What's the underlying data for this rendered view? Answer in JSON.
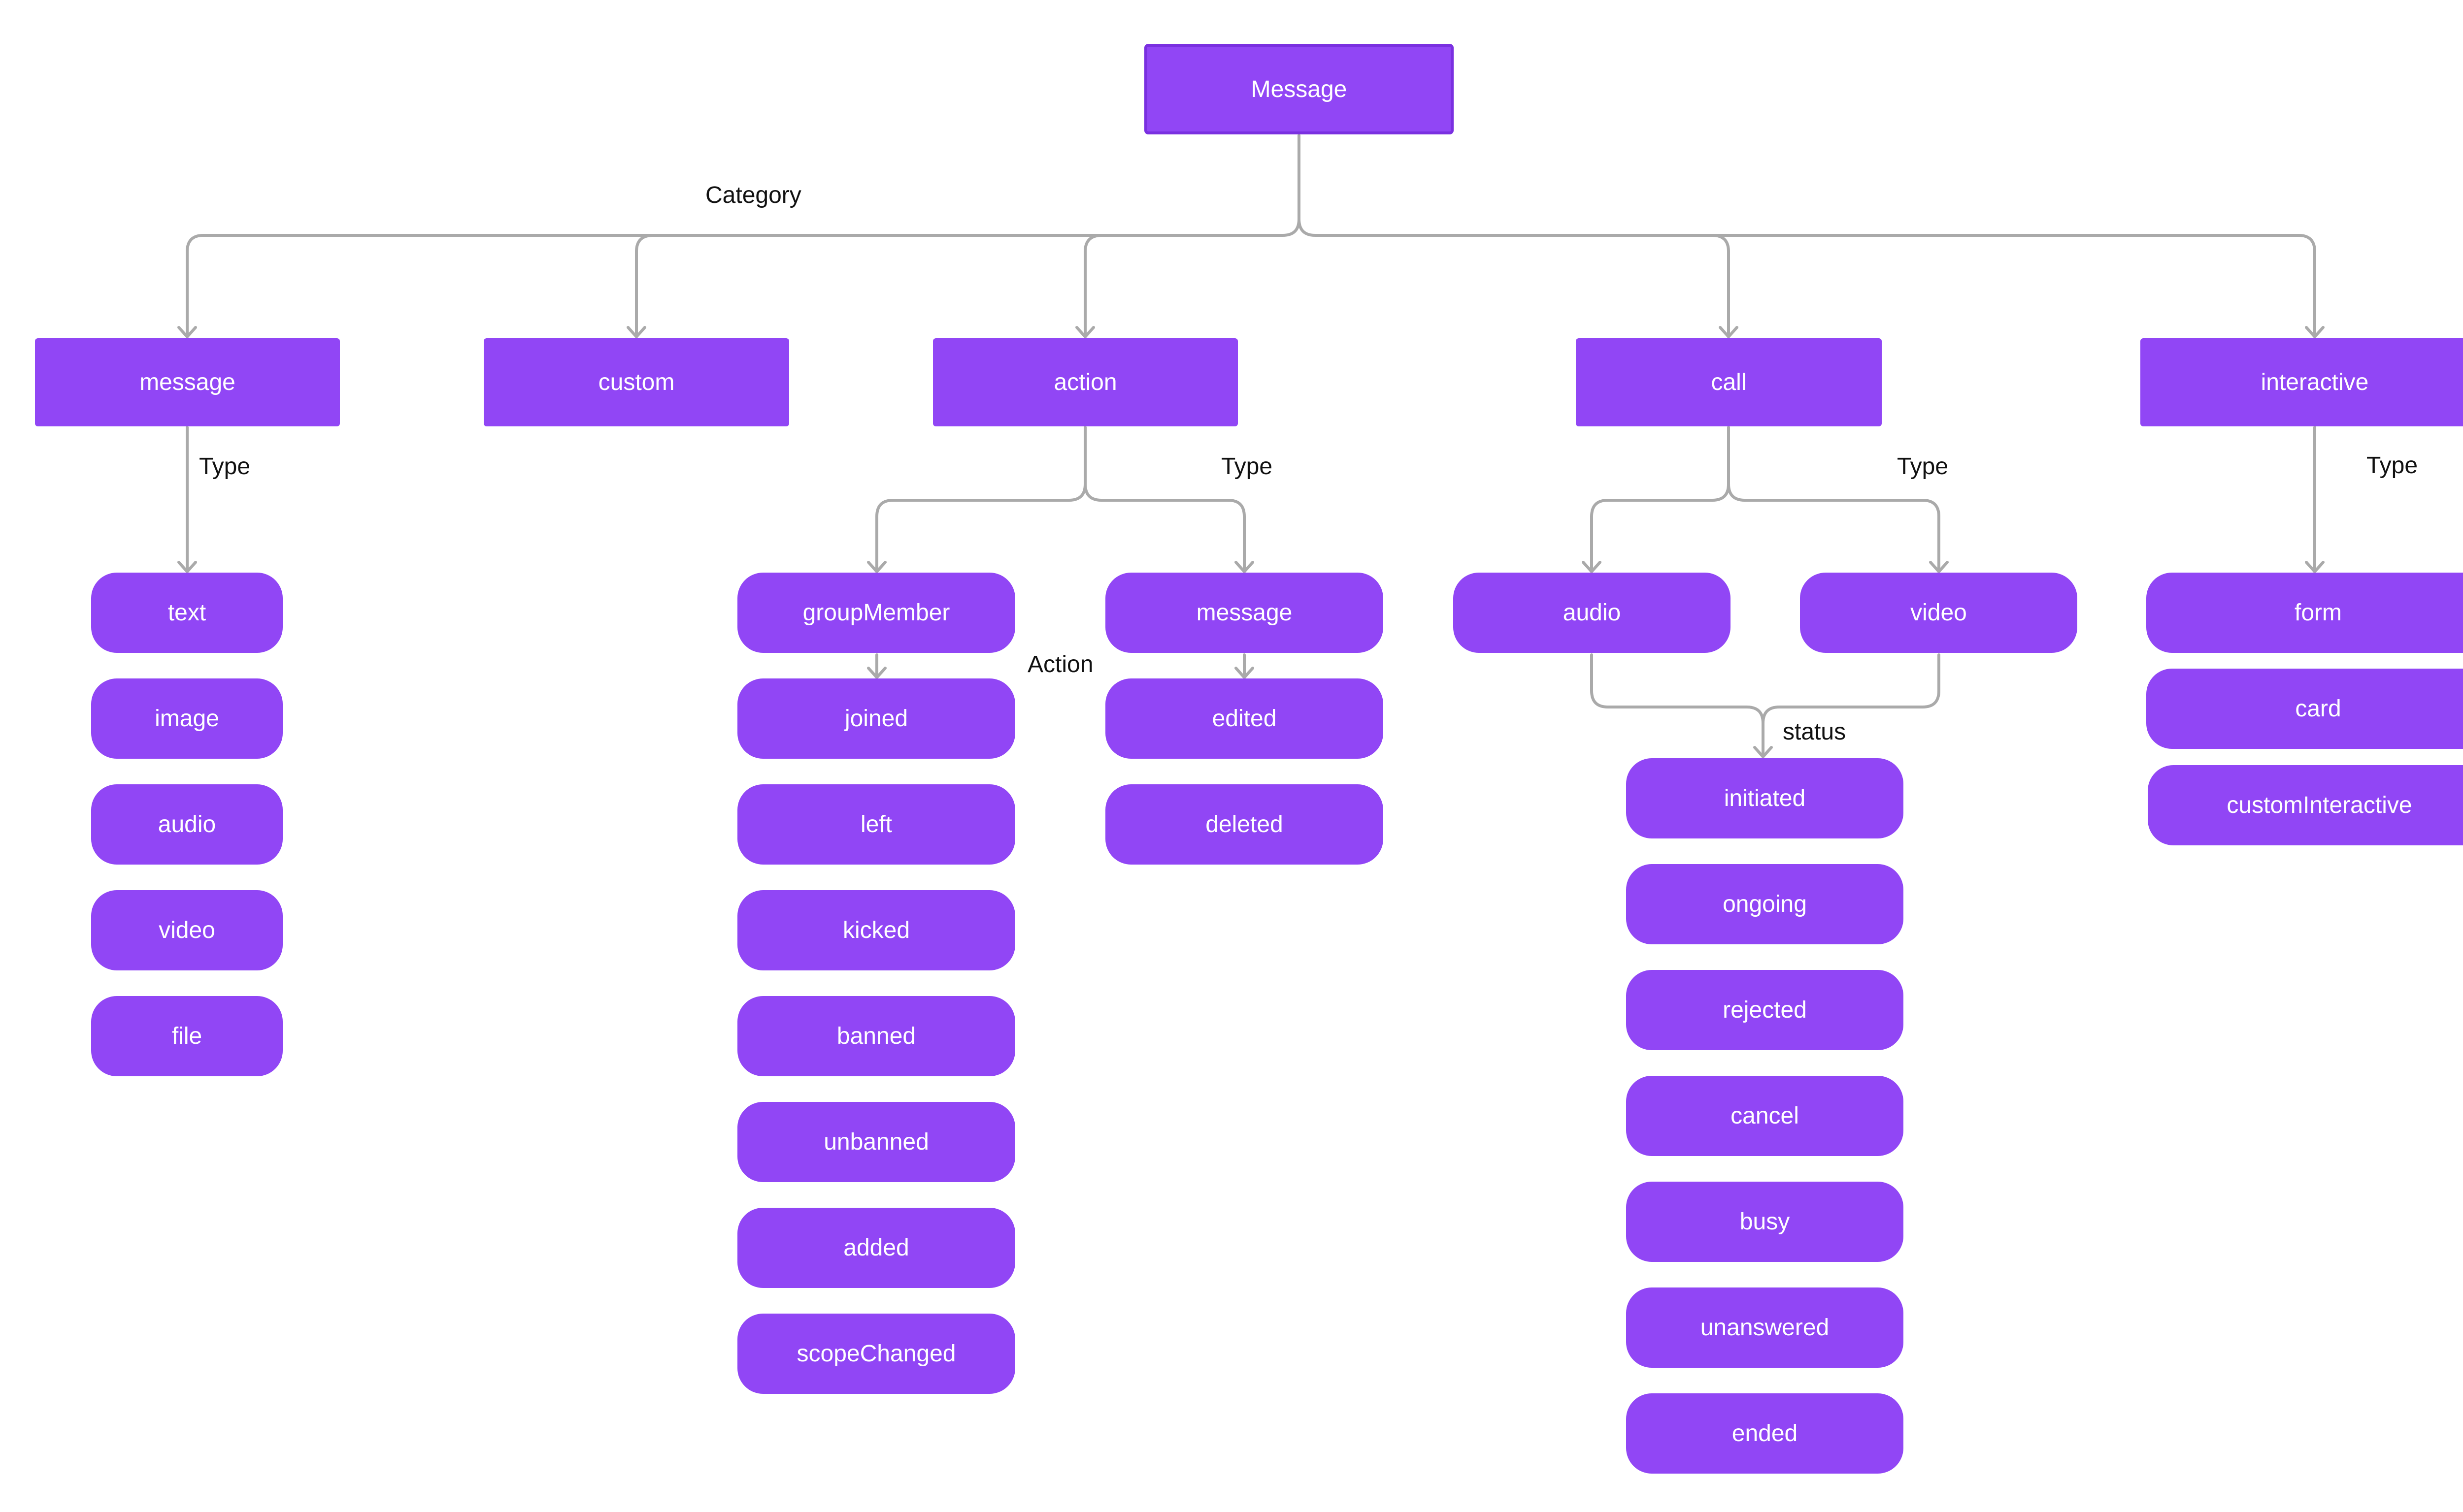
{
  "colors": {
    "node_fill": "#9146f5",
    "node_text": "#ffffff",
    "connector": "#aaaaaa",
    "label_text": "#111111"
  },
  "root": {
    "label": "Message"
  },
  "edge_labels": {
    "category": "Category",
    "message_type": "Type",
    "action_type": "Type",
    "action_action": "Action",
    "call_type": "Type",
    "call_status": "status",
    "interactive_type": "Type"
  },
  "categories": {
    "message": {
      "label": "message",
      "types": [
        "text",
        "image",
        "audio",
        "video",
        "file"
      ]
    },
    "custom": {
      "label": "custom"
    },
    "action": {
      "label": "action",
      "types": [
        {
          "label": "groupMember",
          "actions": [
            "joined",
            "left",
            "kicked",
            "banned",
            "unbanned",
            "added",
            "scopeChanged"
          ]
        },
        {
          "label": "message",
          "actions": [
            "edited",
            "deleted"
          ]
        }
      ]
    },
    "call": {
      "label": "call",
      "types": [
        "audio",
        "video"
      ],
      "statuses": [
        "initiated",
        "ongoing",
        "rejected",
        "cancel",
        "busy",
        "unanswered",
        "ended"
      ]
    },
    "interactive": {
      "label": "interactive",
      "types": [
        "form",
        "card",
        "customInteractive"
      ]
    }
  }
}
